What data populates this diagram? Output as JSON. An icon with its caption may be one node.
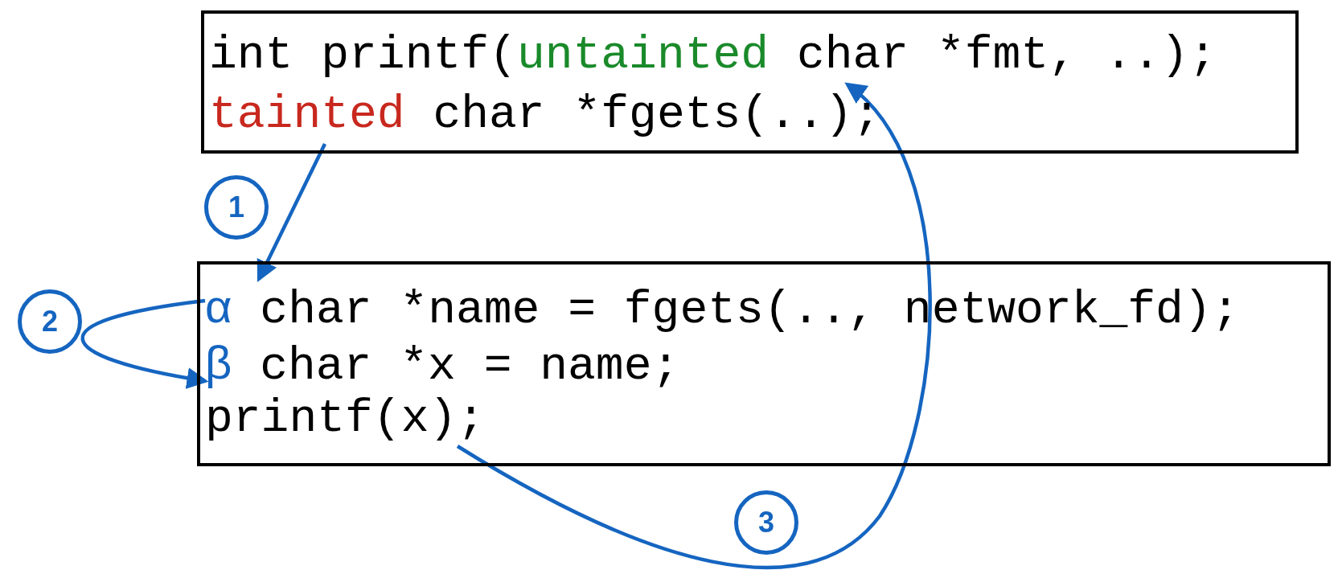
{
  "diagram": {
    "nodes": [
      {
        "text": [],
        "shape": "box"
      },
      {
        "text": [
          "int printf(untainted char *fmt, ..);"
        ],
        "in": 0
      },
      {
        "text": [
          "tainted char *fgets(..);"
        ],
        "in": 0
      },
      {
        "text": [
          "1"
        ]
      },
      {
        "text": [
          "2"
        ]
      },
      {
        "text": [],
        "shape": "box"
      },
      {
        "text": [
          "α char *name = fgets(.., network_fd);"
        ],
        "in": 5
      },
      {
        "text": [
          "β char *x = name;"
        ],
        "in": 5
      },
      {
        "text": [
          "printf(x);"
        ],
        "in": 5
      },
      {
        "text": [
          "3"
        ]
      }
    ],
    "edges": [
      {
        "from": 2,
        "to": 6,
        "arrow": "to"
      },
      {
        "from": 6,
        "to": 7,
        "arrow": "to"
      },
      {
        "from": 8,
        "to": 1,
        "arrow": "to"
      }
    ]
  }
}
